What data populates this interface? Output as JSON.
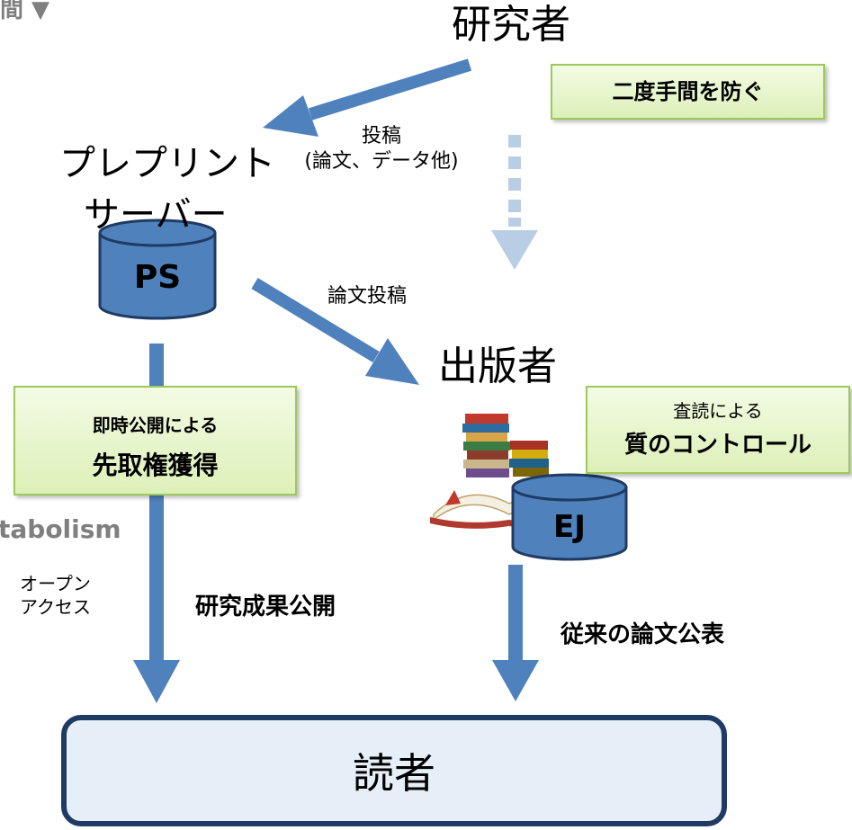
{
  "header_fragment": "間 ▼",
  "researcher": "研究者",
  "submission_label": {
    "line1": "投稿",
    "line2": "(論文、データ他)"
  },
  "preprint_server": {
    "line1": "プレプリント",
    "line2": "サーバー",
    "db_label": "PS"
  },
  "prevent_duplication": "二度手間を防ぐ",
  "paper_submission": "論文投稿",
  "publisher": "出版者",
  "peer_review_box": {
    "line1": "査読による",
    "line2": "質のコントロール"
  },
  "priority_box": {
    "line1": "即時公開による",
    "line2": "先取権獲得"
  },
  "ej_label": "EJ",
  "metabolism_fragment": "tabolism",
  "open_access": {
    "line1": "オープン",
    "line2": "アクセス"
  },
  "research_publication": "研究成果公開",
  "conventional_publication": "従来の論文公表",
  "reader": "読者",
  "colors": {
    "arrow_blue": "#4f81bd",
    "arrow_light": "#b9cde5",
    "db_fill": "#4f81bd",
    "db_stroke": "#1f3b63",
    "green_border": "#9bc95a",
    "reader_border": "#1f3b63",
    "reader_fill": "#e6eef8"
  }
}
